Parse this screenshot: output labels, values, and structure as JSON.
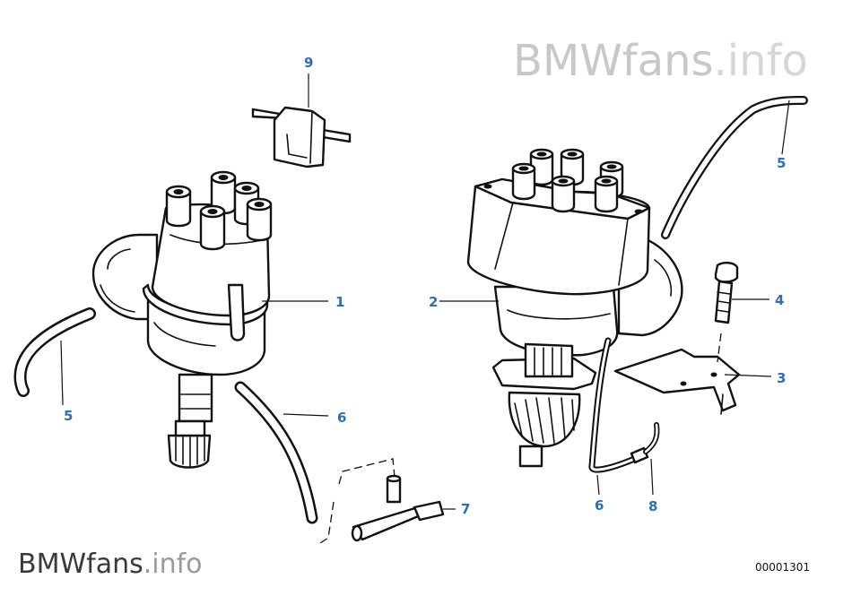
{
  "watermark_top": {
    "brand": "BMWfans",
    "domain": ".info"
  },
  "watermark_bottom": {
    "brand": "BMWfans",
    "domain": ".info"
  },
  "diagram_code": "00001301",
  "callouts": [
    {
      "id": "c9",
      "label": "9"
    },
    {
      "id": "c1",
      "label": "1"
    },
    {
      "id": "c5a",
      "label": "5"
    },
    {
      "id": "c6a",
      "label": "6"
    },
    {
      "id": "c7",
      "label": "7"
    },
    {
      "id": "c2",
      "label": "2"
    },
    {
      "id": "c5b",
      "label": "5"
    },
    {
      "id": "c4",
      "label": "4"
    },
    {
      "id": "c3",
      "label": "3"
    },
    {
      "id": "c6b",
      "label": "6"
    },
    {
      "id": "c8",
      "label": "8"
    }
  ]
}
